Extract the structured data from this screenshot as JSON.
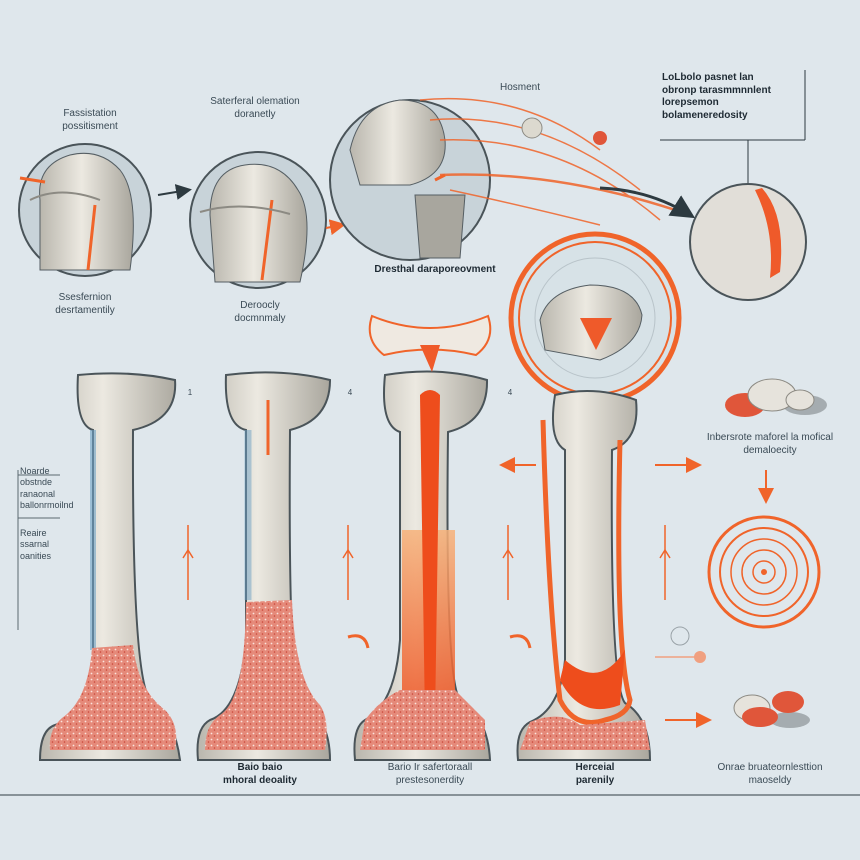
{
  "labels": {
    "top_left_1": "Fassistation\npossitisment",
    "top_left_2": "Saterferal olemation\ndoranetly",
    "top_mid": "Hosment",
    "top_right": "LoLbolo pasnet lan\nobronp tarasmmnnlent\nlorepsemon\nbolameneredosity",
    "circle_1_caption": "Ssesfernion\ndesrtamentily",
    "circle_2_caption": "Deroocly\ndocmnmaly",
    "mid_caption": "Dresthal daraporeovment",
    "right_mid": "Inbersrote maforel la mofical\ndemaloecity",
    "side_1": "Noarde\nobstnde\nranaonal\nballonrmoilnd",
    "side_2": "Reaire\nssarnal\noanities",
    "num_1": "1",
    "num_2": "4",
    "num_3": "4",
    "bottom_1": "Baio baio\nmhoral deoality",
    "bottom_2": "Bario Ir safertoraall\nprestesonerdity",
    "bottom_3": "Herceial\nparenily",
    "bottom_4": "Onrae bruateornlesttion\nmaoseldy"
  },
  "colors": {
    "background": "#dfe7ec",
    "bone": "#dcd9cf",
    "accent_orange": "#f0642a",
    "marrow_red": "#e05a4a",
    "outline": "#555e63"
  }
}
